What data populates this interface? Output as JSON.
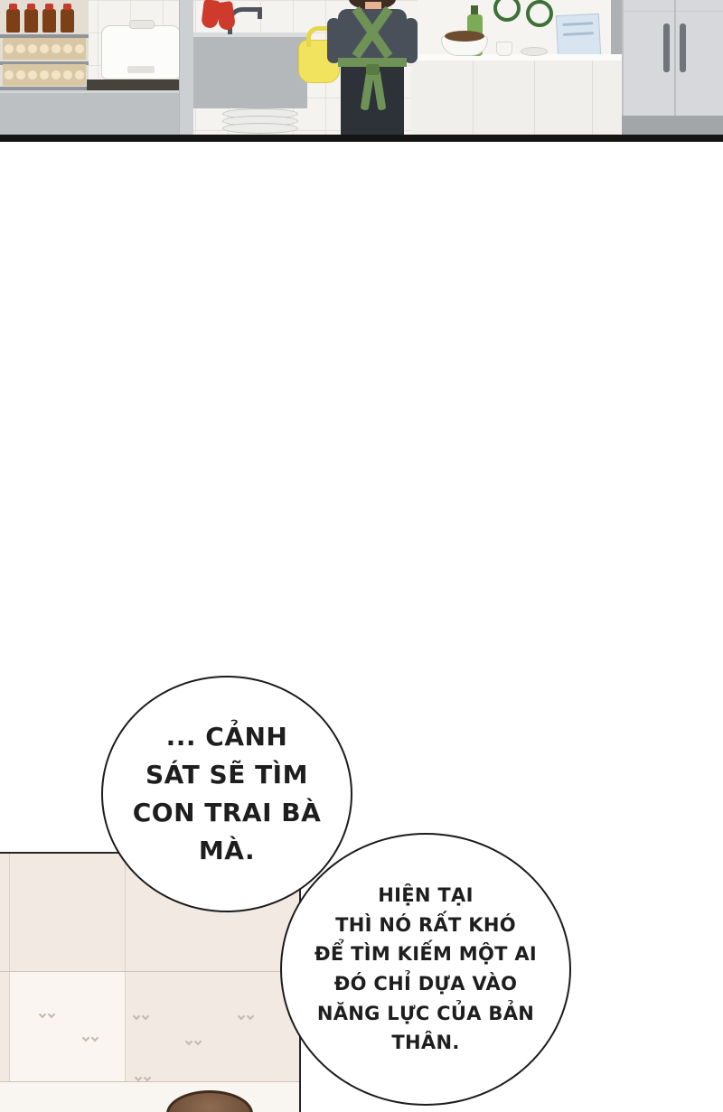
{
  "page": {
    "kind": "comic page",
    "background": "#ffffff"
  },
  "speech_bubbles": [
    {
      "name": "bubble-left",
      "lines": [
        "... CẢNH",
        "SÁT SẼ TÌM",
        "CON TRAI BÀ",
        "MÀ."
      ]
    },
    {
      "name": "bubble-right",
      "lines": [
        "HIỆN TẠI",
        "THÌ NÓ RẤT KHÓ",
        "ĐỂ TÌM KIẾM MỘT AI",
        "ĐÓ CHỈ DỰA VÀO",
        "NĂNG LỰC CỦA BẢN",
        "THÂN."
      ]
    }
  ],
  "colors": {
    "panel_border": "#151515",
    "bubble_border": "#1c1c1c",
    "bubble_fill": "#ffffff",
    "text": "#1e1e1e",
    "apron_green": "#6f9257",
    "glove_red": "#ce3a2b",
    "kettle_yellow": "#f1e35e",
    "room_wall": "#f2e9e3",
    "hair_brown": "#6e4f38"
  }
}
